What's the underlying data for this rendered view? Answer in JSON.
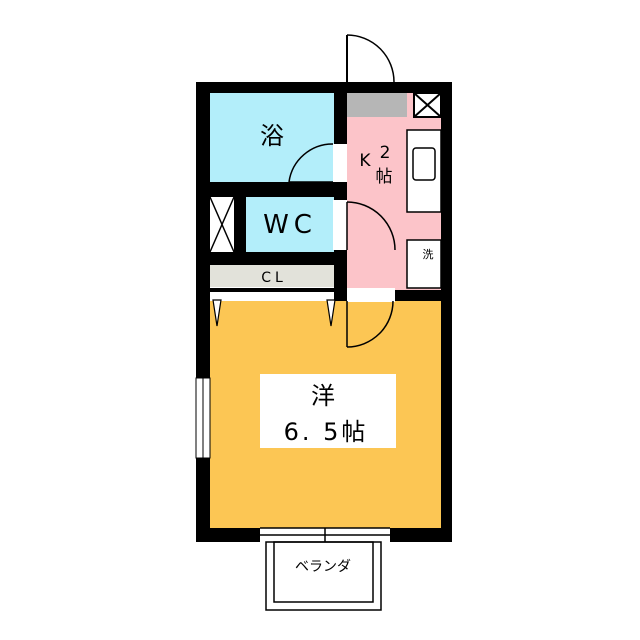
{
  "rooms": {
    "bath": {
      "label": "浴",
      "color": "#b3eefa"
    },
    "kitchen": {
      "letter": "K",
      "size": "2",
      "unit": "帖",
      "color": "#fcc4c9"
    },
    "wc": {
      "label": "WC",
      "color": "#b3eefa"
    },
    "closet": {
      "label": "CL",
      "color": "#e2e2da"
    },
    "western": {
      "label": "洋",
      "size": "6. 5帖",
      "color": "#fcc654"
    },
    "balcony": {
      "label": "ベランダ"
    }
  },
  "fixtures": {
    "washer": {
      "label": "洗"
    }
  },
  "colors": {
    "wall": "#000000",
    "gray_fixture": "#b6b6b6"
  }
}
